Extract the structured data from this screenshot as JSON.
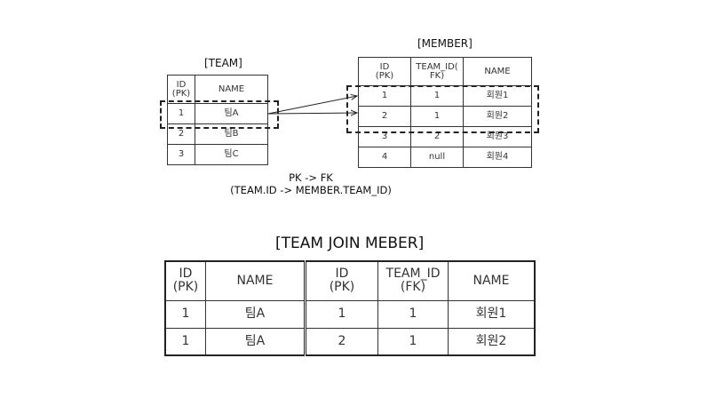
{
  "team": {
    "title": "[TEAM]",
    "headers": [
      "ID\n(PK)",
      "NAME"
    ],
    "rows": [
      [
        "1",
        "팀A"
      ],
      [
        "2",
        "팀B"
      ],
      [
        "3",
        "팀C"
      ]
    ]
  },
  "member": {
    "title": "[MEMBER]",
    "headers": [
      "ID\n(PK)",
      "TEAM_ID(\nFK)",
      "NAME"
    ],
    "rows": [
      [
        "1",
        "1",
        "회원1"
      ],
      [
        "2",
        "1",
        "회원2"
      ],
      [
        "3",
        "2",
        "회원3"
      ],
      [
        "4",
        "null",
        "회원4"
      ]
    ]
  },
  "relation_note": {
    "line1": "PK -> FK",
    "line2": "(TEAM.ID -> MEMBER.TEAM_ID)"
  },
  "join": {
    "title": "[TEAM JOIN MEBER]",
    "headers": [
      "ID\n(PK)",
      "NAME",
      "ID\n(PK)",
      "TEAM_ID\n(FK)",
      "NAME"
    ],
    "rows": [
      [
        "1",
        "팀A",
        "1",
        "1",
        "회원1"
      ],
      [
        "1",
        "팀A",
        "2",
        "1",
        "회원2"
      ]
    ]
  }
}
